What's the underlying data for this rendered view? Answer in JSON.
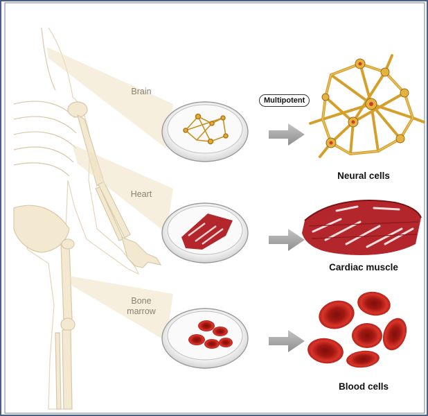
{
  "diagram": {
    "sources": [
      {
        "label": "Brain"
      },
      {
        "label": "Heart"
      },
      {
        "label": "Bone\nmarrow"
      }
    ],
    "badge": "Multipotent",
    "outputs": [
      {
        "label": "Neural cells"
      },
      {
        "label": "Cardiac muscle"
      },
      {
        "label": "Blood cells"
      }
    ]
  },
  "colors": {
    "frame": "#4a5e86",
    "neuron": "#d9a12b",
    "muscle": "#b3262c",
    "blood": "#c8221c",
    "arrow": "#a0a0a0",
    "skeleton": "#efe3c9"
  }
}
